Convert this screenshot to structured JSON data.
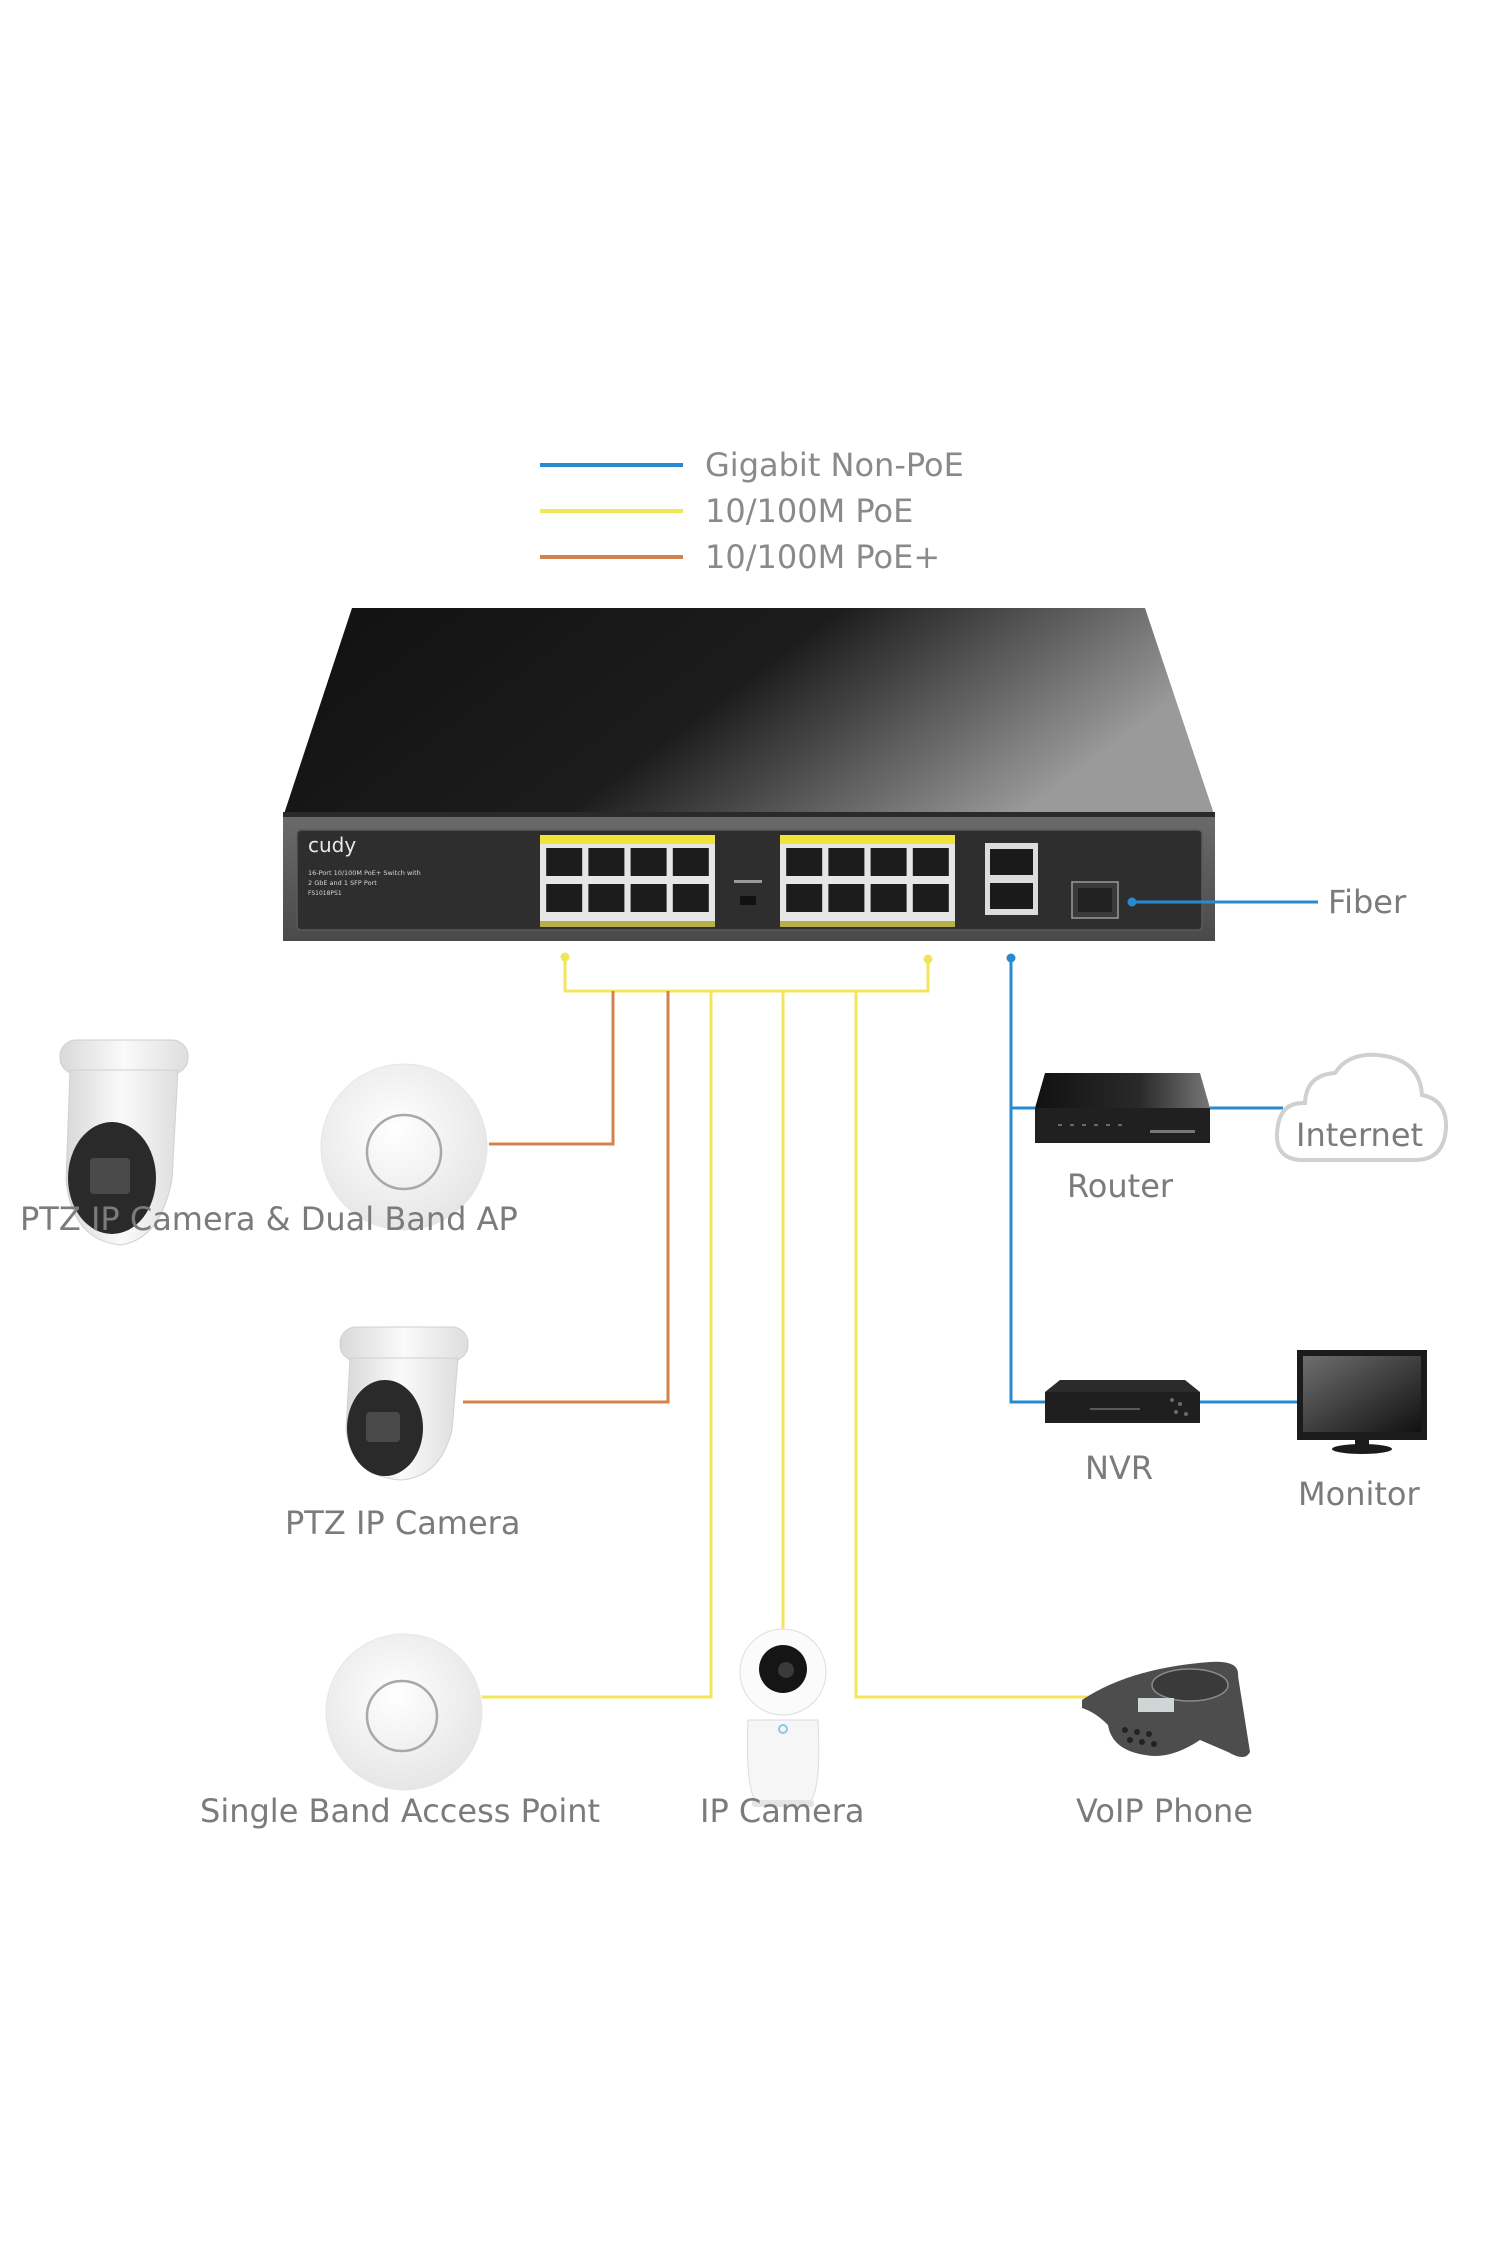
{
  "legend": [
    {
      "label": "Gigabit Non-PoE",
      "color": "#2a8ad0"
    },
    {
      "label": "10/100M PoE",
      "color": "#f2e55a"
    },
    {
      "label": "10/100M PoE+",
      "color": "#d4814f"
    }
  ],
  "switch": {
    "brand": "cudy",
    "description_line1": "16-Port 10/100M PoE+ Switch with",
    "description_line2": "2 GbE and 1 SFP Port",
    "model": "FS1018PS1",
    "poe_port_count": 16,
    "gigabit_port_count": 2,
    "sfp_port_count": 1
  },
  "connections": {
    "fiber_label": "Fiber"
  },
  "devices": {
    "ptz_camera_ap": "PTZ IP Camera & Dual Band AP",
    "ptz_camera": "PTZ IP Camera",
    "single_band_ap": "Single Band Access Point",
    "ip_camera": "IP Camera",
    "voip_phone": "VoIP Phone",
    "router": "Router",
    "internet": "Internet",
    "nvr": "NVR",
    "monitor": "Monitor"
  },
  "colors": {
    "gigabit": "#2a8ad0",
    "poe": "#f2e55a",
    "poe_plus": "#d4814f",
    "label_text": "#7b7b7b"
  }
}
